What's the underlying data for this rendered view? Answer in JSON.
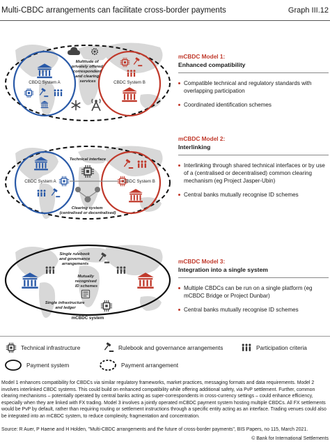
{
  "header": {
    "title": "Multi-CBDC arrangements can facilitate cross-border payments",
    "graph_no": "Graph III.12"
  },
  "models": [
    {
      "name": "mCBDC Model 1:",
      "headline": "Enhanced compatibility",
      "bullets": [
        "Compatible technical and regulatory standards with overlapping participation",
        "Coordinated identification schemes"
      ],
      "labels": {
        "system_a": "CBDC System A",
        "system_b": "CBDC System B",
        "center": "Multitude of privately offered correspondent and clearing services"
      }
    },
    {
      "name": "mCBDC Model 2:",
      "headline": "Interlinking",
      "bullets": [
        "Interlinking through shared technical interfaces or by use of a (centralised or decentralised) common clearing mechanism (eg Project Jasper-Ubin)",
        "Central banks mutually recognise ID schemes"
      ],
      "labels": {
        "system_a": "CBDC System A",
        "system_b": "CBDC System B",
        "interface": "Technical interface",
        "clearing": "Clearing system (centralised or decentralised)"
      }
    },
    {
      "name": "mCBDC Model 3:",
      "headline": "Integration into a single system",
      "bullets": [
        "Multiple CBDCs can be run on a single platform (eg mCBDC Bridge or Project Dunbar)",
        "Central banks mutually recognise ID schemes"
      ],
      "labels": {
        "rulebook": "Single rulebook and governance arrangements",
        "id": "Mutually recognised ID schemes",
        "infra": "Single infrastructure and ledger",
        "system": "mCBDC system"
      }
    }
  ],
  "legend": {
    "technical": "Technical infrastructure",
    "rulebook": "Rulebook and governance arrangements",
    "participation": "Participation criteria",
    "payment_system": "Payment system",
    "payment_arrangement": "Payment arrangement"
  },
  "notes": "Model 1 enhances compatibility for CBDCs via similar regulatory frameworks, market practices, messaging formats and data requirements. Model 2 involves interlinked CBDC systems. This could build on enhanced compatibility while offering additional safety, via PvP settlement. Further, common clearing mechanisms – potentially operated by central banks acting as super-correspondents in cross-currency settings – could enhance efficiency, especially when they are linked with FX trading. Model 3 involves a jointly operated mCBDC payment system hosting multiple CBDCs. All FX settlements would be PvP by default, rather than requiring routing or settlement instructions through a specific entity acting as an interface. Trading venues could also be integrated into an mCBDC system, to reduce complexity, fragmentation and concentration.",
  "source": "Source: R Auer, P Haene and H Holden, \"Multi-CBDC arrangements and the future of cross-border payments\", BIS Papers, no 115, March 2021.",
  "copyright": "© Bank for International Settlements",
  "colors": {
    "accent": "#c0392b",
    "blue": "#2a5aa8",
    "map": "#d5d5d5"
  }
}
